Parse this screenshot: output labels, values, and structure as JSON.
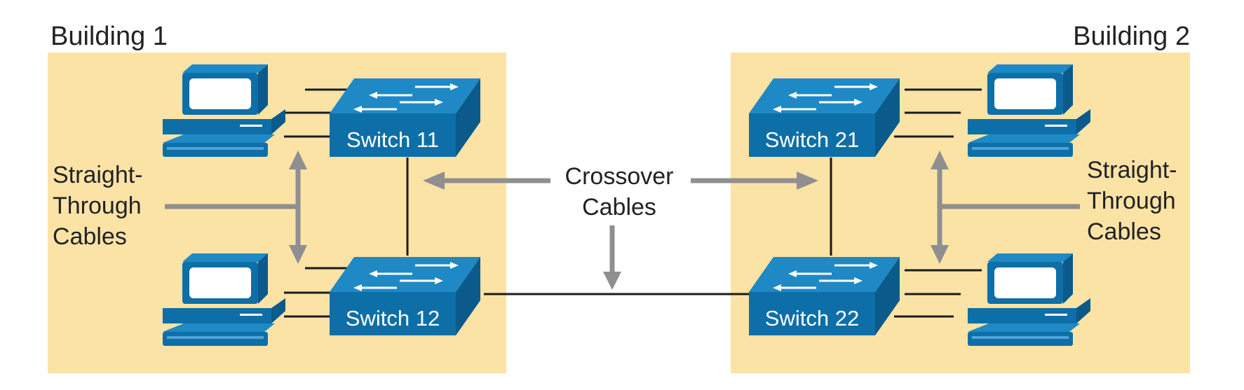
{
  "buildings": [
    {
      "label": "Building 1"
    },
    {
      "label": "Building 2"
    }
  ],
  "switches": {
    "s11": "Switch 11",
    "s12": "Switch 12",
    "s21": "Switch 21",
    "s22": "Switch 22"
  },
  "labels": {
    "straight_left": [
      "Straight-",
      "Through",
      "Cables"
    ],
    "straight_right": [
      "Straight-",
      "Through",
      "Cables"
    ],
    "crossover": [
      "Crossover",
      "Cables"
    ]
  },
  "colors": {
    "building_fill": "#fbe3a6",
    "switch_front": "#0e6fa8",
    "switch_top": "#1e89c4",
    "switch_side": "#0a5a8c",
    "arrow": "#8f8f8f",
    "cable": "#1a1a1a"
  },
  "icons": {
    "switch": "layer2-switch-icon",
    "pc": "desktop-computer-icon"
  }
}
